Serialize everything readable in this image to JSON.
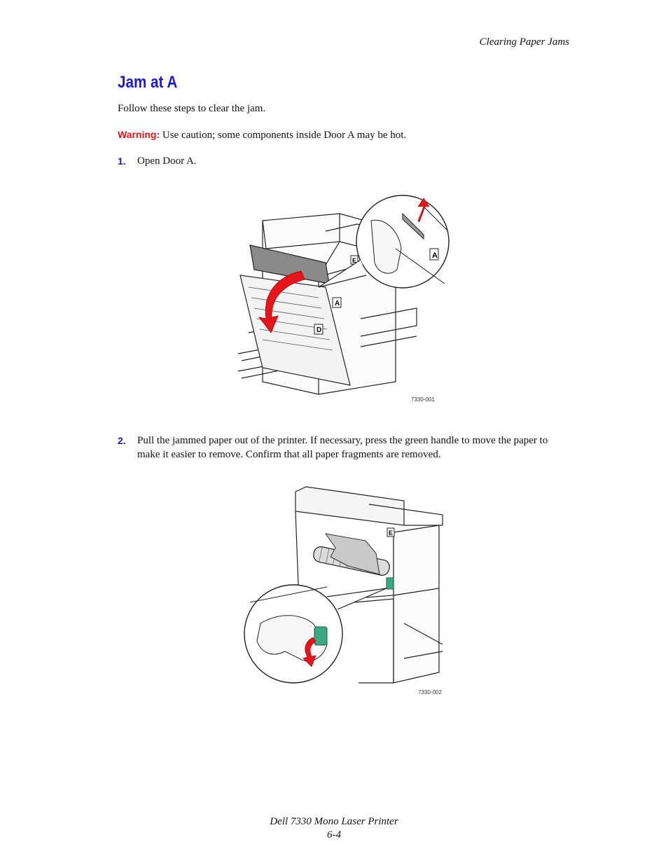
{
  "header": {
    "running_head": "Clearing Paper Jams"
  },
  "section": {
    "title": "Jam at A",
    "intro": "Follow these steps to clear the jam.",
    "warning_label": "Warning:",
    "warning_text": "Use caution; some components inside Door A may be hot."
  },
  "steps": [
    {
      "number": "1.",
      "text": "Open Door A.",
      "figure_code": "7330-001"
    },
    {
      "number": "2.",
      "text": "Pull the jammed paper out of the printer. If necessary, press the green handle to move the paper to make it easier to remove. Confirm that all paper fragments are removed.",
      "figure_code": "7330-002"
    }
  ],
  "figure_labels": {
    "door_a": "A",
    "door_d": "D",
    "door_e": "E"
  },
  "colors": {
    "title_blue": "#1a1ad6",
    "warning_red": "#e8141c",
    "arrow_red": "#e8141c",
    "handle_green": "#3aa883"
  },
  "footer": {
    "product": "Dell 7330 Mono Laser Printer",
    "page": "6-4"
  }
}
